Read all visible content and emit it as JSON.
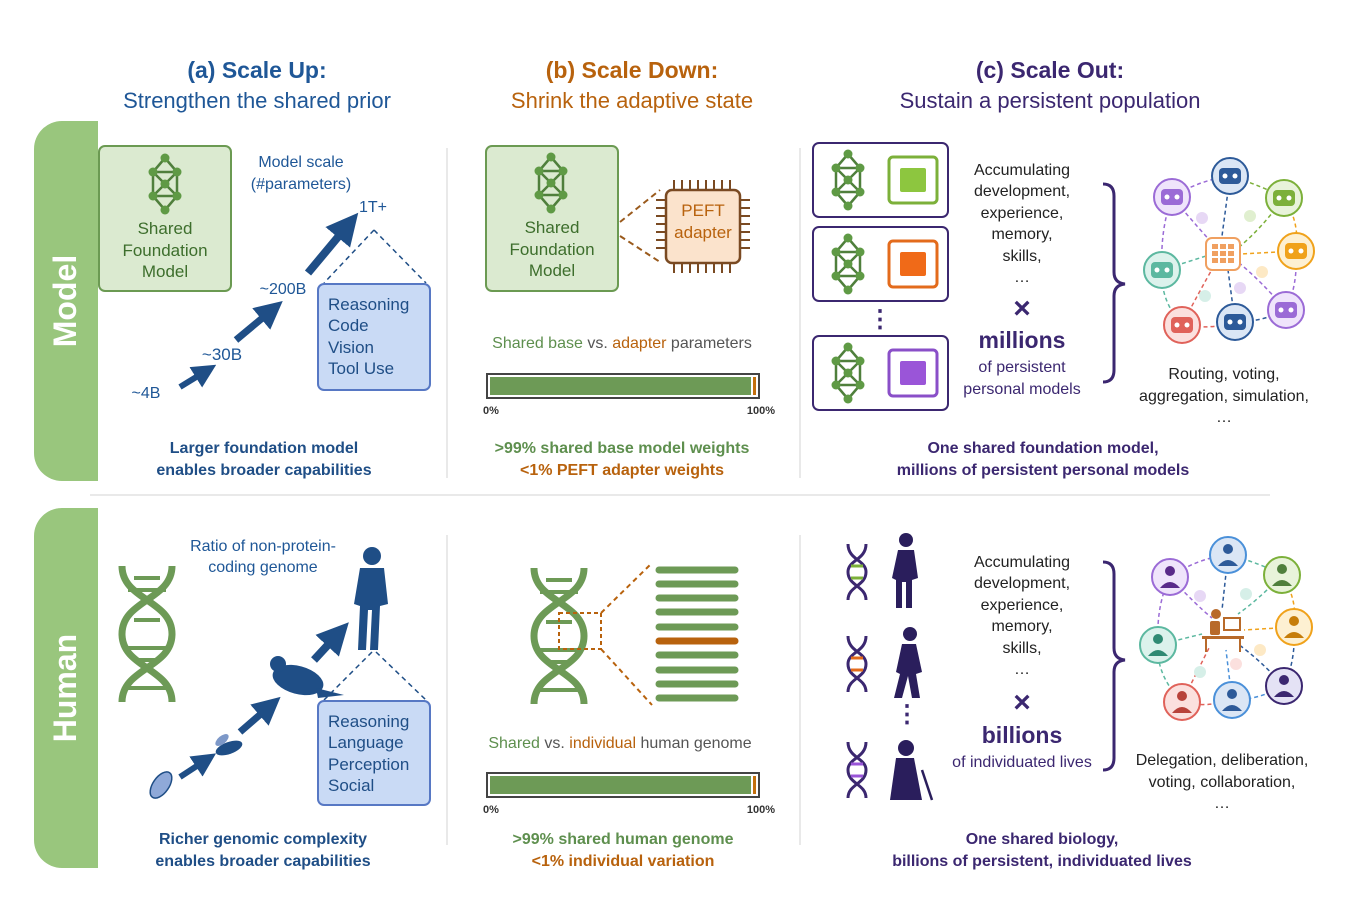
{
  "headers": {
    "a": {
      "title": "(a) Scale Up:",
      "subtitle": "Strengthen the shared prior"
    },
    "b": {
      "title": "(b) Scale Down:",
      "subtitle": "Shrink the adaptive state"
    },
    "c": {
      "title": "(c) Scale Out:",
      "subtitle": "Sustain a persistent population"
    }
  },
  "rows": {
    "model": "Model",
    "human": "Human"
  },
  "model_a": {
    "box": [
      "Shared",
      "Foundation",
      "Model"
    ],
    "scale_label": [
      "Model scale",
      "(#parameters)"
    ],
    "steps": [
      "~4B",
      "~30B",
      "~200B",
      "1T+"
    ],
    "caps": [
      "Reasoning",
      "Code",
      "Vision",
      "Tool Use"
    ],
    "caption": [
      "Larger foundation model",
      "enables broader capabilities"
    ]
  },
  "model_b": {
    "box": [
      "Shared",
      "Foundation",
      "Model"
    ],
    "adapter": [
      "PEFT",
      "adapter"
    ],
    "bar_label": {
      "shared": "Shared base",
      "vs": " vs. ",
      "adapter": "adapter",
      "rest": " parameters"
    },
    "shared_fraction": 0.99,
    "tick_0": "0%",
    "tick_100": "100%",
    "caption_green": ">99% shared base model weights",
    "caption_orange": "<1% PEFT adapter weights"
  },
  "model_c": {
    "accum": [
      "Accumulating",
      "development,",
      "experience,",
      "memory,",
      "skills,",
      "…"
    ],
    "times": "×",
    "big": "millions",
    "sub": [
      "of persistent",
      "personal models"
    ],
    "right": [
      "Routing, voting,",
      "aggregation, simulation,",
      "…"
    ],
    "ellipsis": "⋮",
    "caption": [
      "One shared foundation model,",
      "millions of persistent personal models"
    ]
  },
  "human_a": {
    "ratio_label": [
      "Ratio of non-protein-",
      "coding genome"
    ],
    "caps": [
      "Reasoning",
      "Language",
      "Perception",
      "Social"
    ],
    "caption": [
      "Richer genomic complexity",
      "enables broader capabilities"
    ]
  },
  "human_b": {
    "bar_label": {
      "shared": "Shared",
      "vs": " vs. ",
      "individual": "individual",
      "rest": " human genome"
    },
    "shared_fraction": 0.99,
    "tick_0": "0%",
    "tick_100": "100%",
    "caption_green": ">99% shared human genome",
    "caption_orange": "<1% individual variation"
  },
  "human_c": {
    "accum": [
      "Accumulating",
      "development,",
      "experience,",
      "memory,",
      "skills,",
      "…"
    ],
    "times": "×",
    "big": "billions",
    "sub": "of individuated lives",
    "right": [
      "Delegation, deliberation,",
      "voting, collaboration,",
      "…"
    ],
    "ellipsis": "⋮",
    "caption": [
      "One shared biology,",
      "billions of persistent, individuated lives"
    ]
  },
  "colors": {
    "blue": "#1f5797",
    "orange": "#b8620d",
    "purple": "#3b2770",
    "green": "#5e8f4e",
    "row_green": "#99c67d",
    "box_green_fill": "#dbead0",
    "box_green_stroke": "#6b9a52",
    "cap_fill": "#c9daf5",
    "cap_stroke": "#5778c4"
  }
}
